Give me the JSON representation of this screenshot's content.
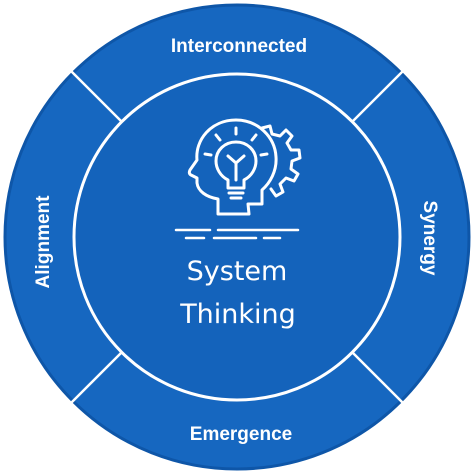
{
  "colors": {
    "ring": "#1667C0",
    "ring_border": "#0E56A8",
    "divider": "#ffffff",
    "inner_circle": "#1463BB",
    "text": "#ffffff"
  },
  "segments": {
    "top": "Interconnected",
    "right": "Synergy",
    "bottom": "Emergence",
    "left": "Alignment"
  },
  "center": {
    "line1": "System",
    "line2": "Thinking",
    "icon": "head-lightbulb-gear-icon"
  }
}
